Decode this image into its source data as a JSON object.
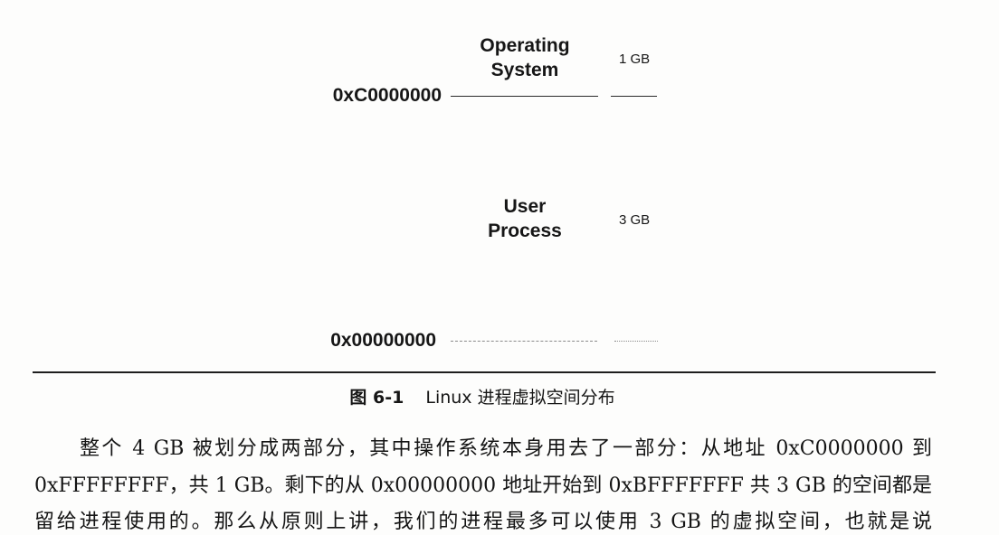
{
  "figure": {
    "regions": [
      {
        "label_lines": [
          "Operating",
          "System"
        ],
        "size": "1 GB"
      },
      {
        "label_lines": [
          "User",
          "Process"
        ],
        "size": "3 GB"
      }
    ],
    "addresses": {
      "kernel_start": "0xC0000000",
      "user_start": "0x00000000"
    },
    "caption": {
      "number": "图 6-1",
      "title": "Linux 进程虚拟空间分布"
    }
  },
  "body": {
    "paragraph_lines": [
      "整个 4 GB 被划分成两部分，其中操作系统本身用去了一部分：从地址 0xC0000000 到",
      "0xFFFFFFFF，共 1 GB。剩下的从 0x00000000 地址开始到 0xBFFFFFFF 共 3 GB 的空间都是",
      "留给进程使用的。那么从原则上讲，我们的进程最多可以使用 3 GB 的虚拟空间，也就是说"
    ]
  }
}
